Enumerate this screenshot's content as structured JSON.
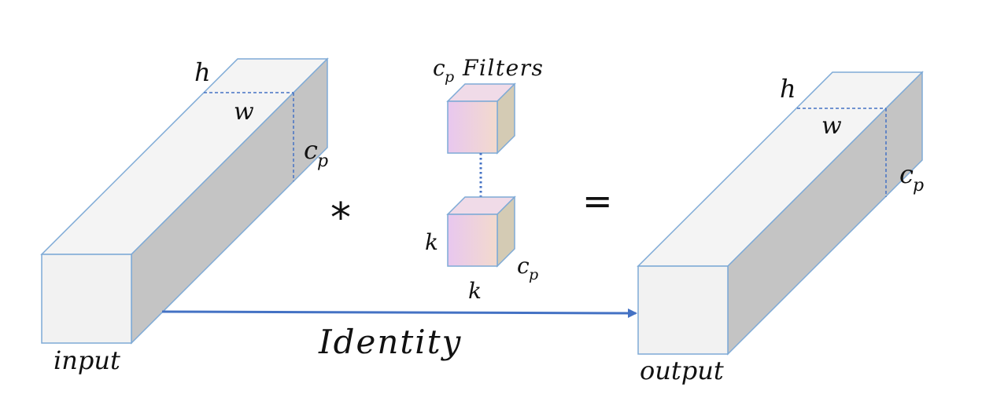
{
  "labels": {
    "input": "input",
    "output": "output",
    "identity": "Identity",
    "filters": "Filters",
    "h": "h",
    "w": "w",
    "c": "c",
    "p": "p",
    "k": "k",
    "convolution_operator": "*",
    "equals_operator": "="
  },
  "colors": {
    "block_front": "#f2f2f2",
    "block_top": "#f4f4f4",
    "block_side": "#c4c4c4",
    "block_edge": "#7eaad6",
    "filter_front_start": "#e8c7ef",
    "filter_front_end": "#f3d9d2",
    "filter_side": "#d4cbb4",
    "dashed_line": "#4472c4",
    "arrow": "#4472c4",
    "text": "#111111"
  }
}
